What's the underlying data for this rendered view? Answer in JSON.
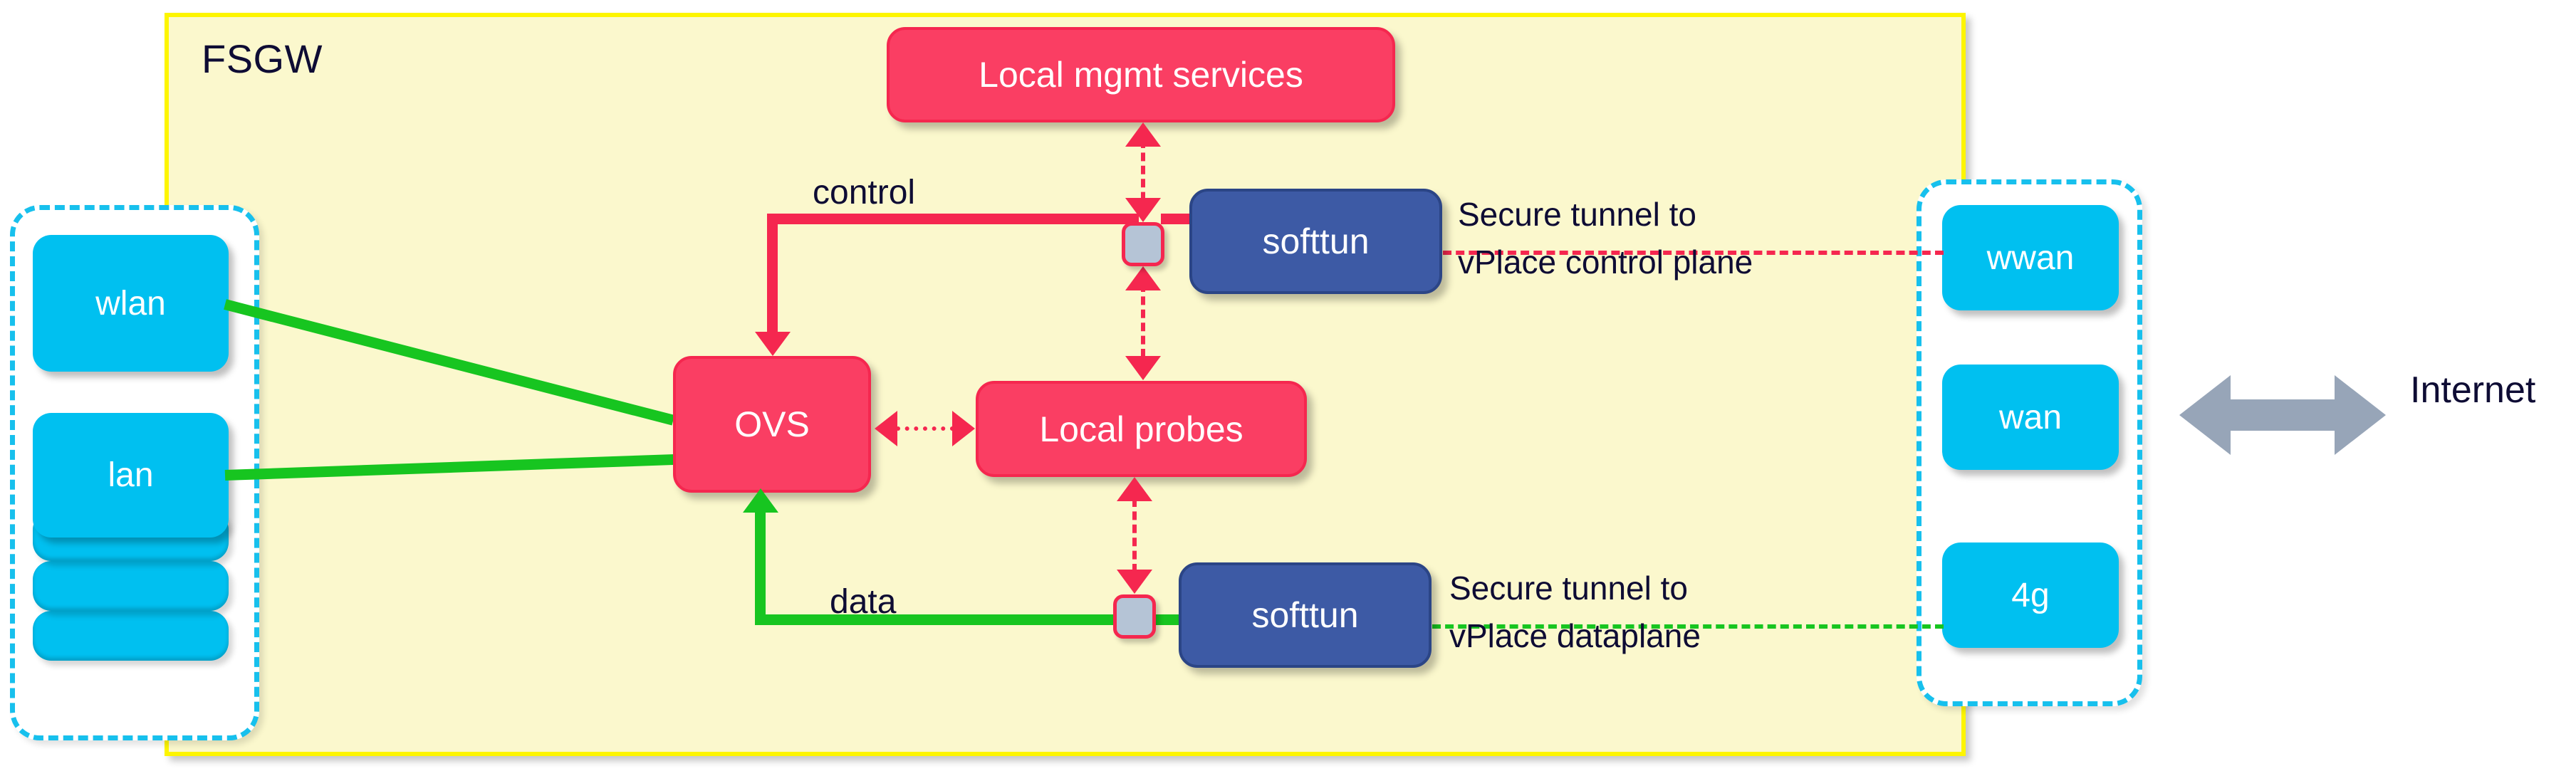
{
  "diagram": {
    "title": "FSGW",
    "container_label": "FSGW",
    "colors": {
      "container_fill": "#fbf8cd",
      "container_border": "#fdf500",
      "interface_node": "#00c0f0",
      "interface_group_border": "#17c0ed",
      "process_node": "#fa3e63",
      "tunnel_node": "#3d5aa5",
      "junction_node": "#b5c4d6",
      "control_link": "#f5274f",
      "data_link": "#17c520",
      "internet_arrow": "#97a5b8",
      "text_dark": "#0e0c34",
      "text_light": "#ffffff"
    }
  },
  "left_interfaces": {
    "group_name": "lan-side-interfaces",
    "items": [
      {
        "label": "wlan",
        "stacked": false
      },
      {
        "label": "lan",
        "stacked": true,
        "stack_count": 4
      }
    ]
  },
  "right_interfaces": {
    "group_name": "wan-side-interfaces",
    "items": [
      {
        "label": "wwan"
      },
      {
        "label": "wan"
      },
      {
        "label": "4g"
      }
    ]
  },
  "nodes": {
    "mgmt": "Local mgmt services",
    "ovs": "OVS",
    "probes": "Local probes",
    "softtun_control": "softtun",
    "softtun_data": "softtun"
  },
  "link_labels": {
    "control": "control",
    "data": "data"
  },
  "tunnels": {
    "control": {
      "line1": "Secure tunnel to",
      "line2": "vPlace control plane"
    },
    "data": {
      "line1": "Secure tunnel to",
      "line2": "vPlace dataplane"
    }
  },
  "external": {
    "internet_label": "Internet",
    "internet_icon": "double-arrow-icon"
  }
}
